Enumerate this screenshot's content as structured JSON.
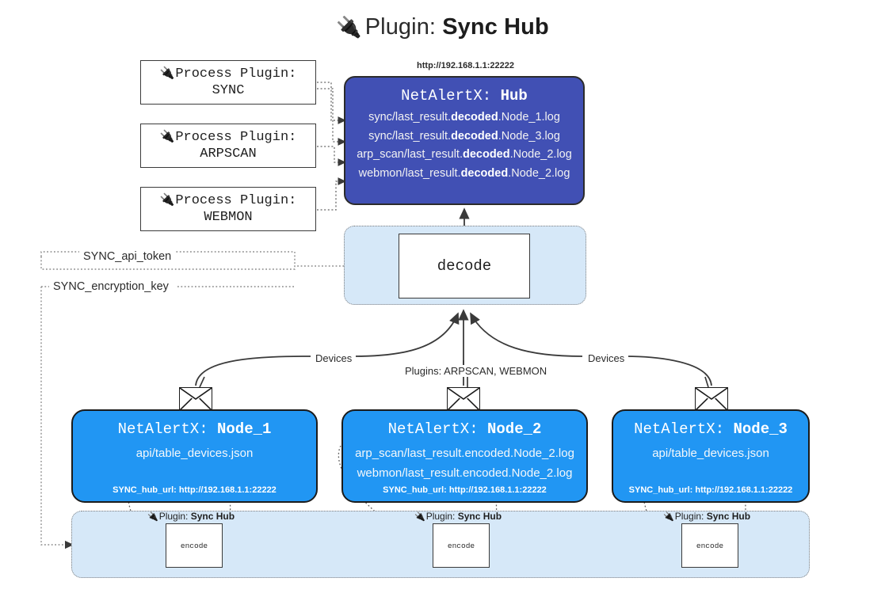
{
  "page": {
    "title_icon": "🔌",
    "title_icon_name": "plug-icon",
    "title_prefix": "Plugin: ",
    "title_strong": "Sync Hub"
  },
  "hub": {
    "url": "http://192.168.1.1:22222",
    "title_prefix": "NetAlertX: ",
    "title_strong": "Hub",
    "lines": [
      {
        "pre": "sync/last_result.",
        "bold": "decoded",
        "post": ".Node_1.log"
      },
      {
        "pre": "sync/last_result.",
        "bold": "decoded",
        "post": ".Node_3.log"
      },
      {
        "pre": "arp_scan/last_result.",
        "bold": "decoded",
        "post": ".Node_2.log"
      },
      {
        "pre": "webmon/last_result.",
        "bold": "decoded",
        "post": ".Node_2.log"
      }
    ],
    "bg_color": "#4150b4"
  },
  "process_plugins": [
    {
      "icon": "🔌",
      "line1": "Process Plugin:",
      "line2": "SYNC"
    },
    {
      "icon": "🔌",
      "line1": "Process Plugin:",
      "line2": "ARPSCAN"
    },
    {
      "icon": "🔌",
      "line1": "Process Plugin:",
      "line2": "WEBMON"
    }
  ],
  "decode": {
    "label": "decode",
    "container_color": "#d6e8f8"
  },
  "keys": {
    "api_token": "SYNC_api_token",
    "encryption_key": "SYNC_encryption_key"
  },
  "edge_labels": {
    "devices_left": "Devices",
    "devices_right": "Devices",
    "plugins_mid": "Plugins: ARPSCAN, WEBMON"
  },
  "nodes": [
    {
      "title_prefix": "NetAlertX: ",
      "title_strong": "Node_1",
      "lines": [
        "api/table_devices.json"
      ],
      "footer": "SYNC_hub_url: http://192.168.1.1:22222",
      "bg_color": "#2196f3"
    },
    {
      "title_prefix": "NetAlertX: ",
      "title_strong": "Node_2",
      "lines": [
        "arp_scan/last_result.encoded.Node_2.log",
        "webmon/last_result.encoded.Node_2.log"
      ],
      "footer": "SYNC_hub_url: http://192.168.1.1:22222",
      "bg_color": "#2196f3"
    },
    {
      "title_prefix": "NetAlertX: ",
      "title_strong": "Node_3",
      "lines": [
        "api/table_devices.json"
      ],
      "footer": "SYNC_hub_url: http://192.168.1.1:22222",
      "bg_color": "#2196f3"
    }
  ],
  "encoders": [
    {
      "icon": "🔌",
      "label_prefix": "Plugin: ",
      "label_strong": "Sync Hub",
      "box_label": "encode"
    },
    {
      "icon": "🔌",
      "label_prefix": "Plugin: ",
      "label_strong": "Sync Hub",
      "box_label": "encode"
    },
    {
      "icon": "🔌",
      "label_prefix": "Plugin: ",
      "label_strong": "Sync Hub",
      "box_label": "encode"
    }
  ]
}
